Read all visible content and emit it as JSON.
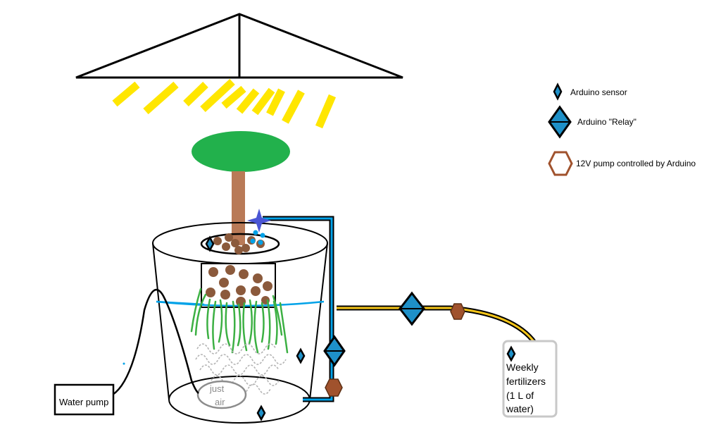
{
  "legend": {
    "sensor_label": "Arduino sensor",
    "relay_label": "Arduino \"Relay\"",
    "pump_label": "12V pump controlled by Arduino"
  },
  "labels": {
    "water_pump": "Water pump",
    "air_line1": "just",
    "air_line2": "air",
    "fert_line1": "Weekly",
    "fert_line2": "fertilizers",
    "fert_line3": "(1 L of",
    "fert_line4": "water)"
  },
  "colors": {
    "light_rays": "#ffe600",
    "canopy": "#22b14c",
    "trunk": "#b97a57",
    "water": "#00a2e8",
    "roots": "#3cb043",
    "clay": "#8b5a3c",
    "sensor_fill": "#1e90c8",
    "pump_fill": "#a0522d",
    "fert_tube": "#f5c518",
    "dripper": "#4a55d4"
  },
  "icons": [
    "sensor-icon",
    "relay-icon",
    "pump-icon",
    "grow-light-icon",
    "dripper-icon"
  ]
}
